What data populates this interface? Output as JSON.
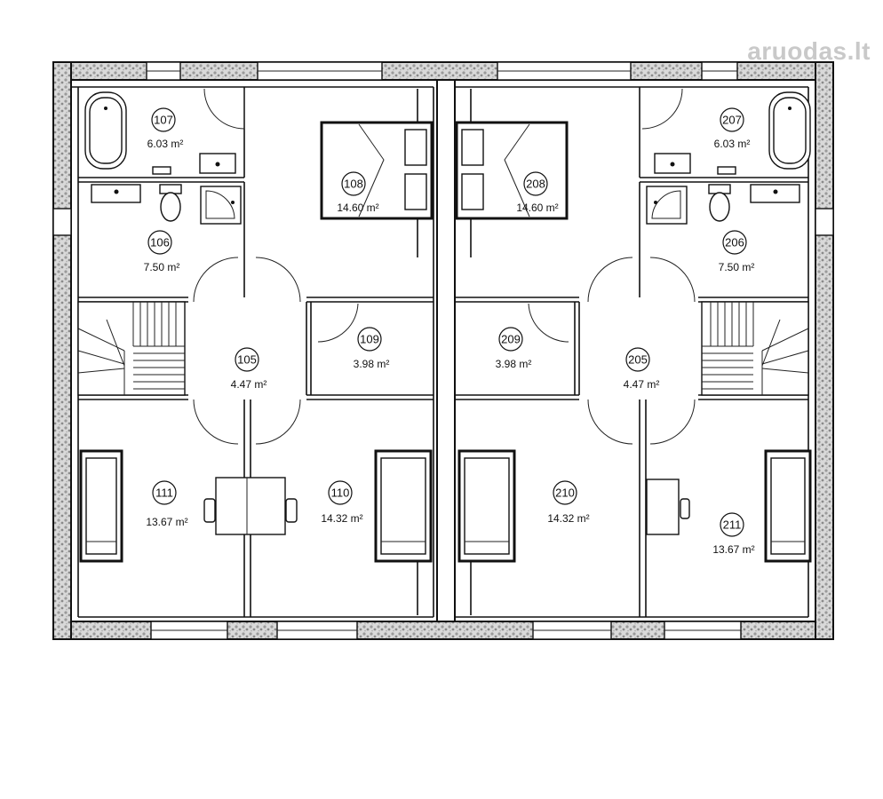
{
  "watermark": "aruodas.lt",
  "rooms": [
    {
      "id": "r105",
      "number": "105",
      "area": "4.47 m²"
    },
    {
      "id": "r106",
      "number": "106",
      "area": "7.50 m²"
    },
    {
      "id": "r107",
      "number": "107",
      "area": "6.03 m²"
    },
    {
      "id": "r108",
      "number": "108",
      "area": "14.60 m²"
    },
    {
      "id": "r109",
      "number": "109",
      "area": "3.98 m²"
    },
    {
      "id": "r110",
      "number": "110",
      "area": "14.32 m²"
    },
    {
      "id": "r111",
      "number": "111",
      "area": "13.67 m²"
    },
    {
      "id": "r205",
      "number": "205",
      "area": "4.47 m²"
    },
    {
      "id": "r206",
      "number": "206",
      "area": "7.50 m²"
    },
    {
      "id": "r207",
      "number": "207",
      "area": "6.03 m²"
    },
    {
      "id": "r208",
      "number": "208",
      "area": "14.60 m²"
    },
    {
      "id": "r209",
      "number": "209",
      "area": "3.98 m²"
    },
    {
      "id": "r210",
      "number": "210",
      "area": "14.32 m²"
    },
    {
      "id": "r211",
      "number": "211",
      "area": "13.67 m²"
    }
  ]
}
